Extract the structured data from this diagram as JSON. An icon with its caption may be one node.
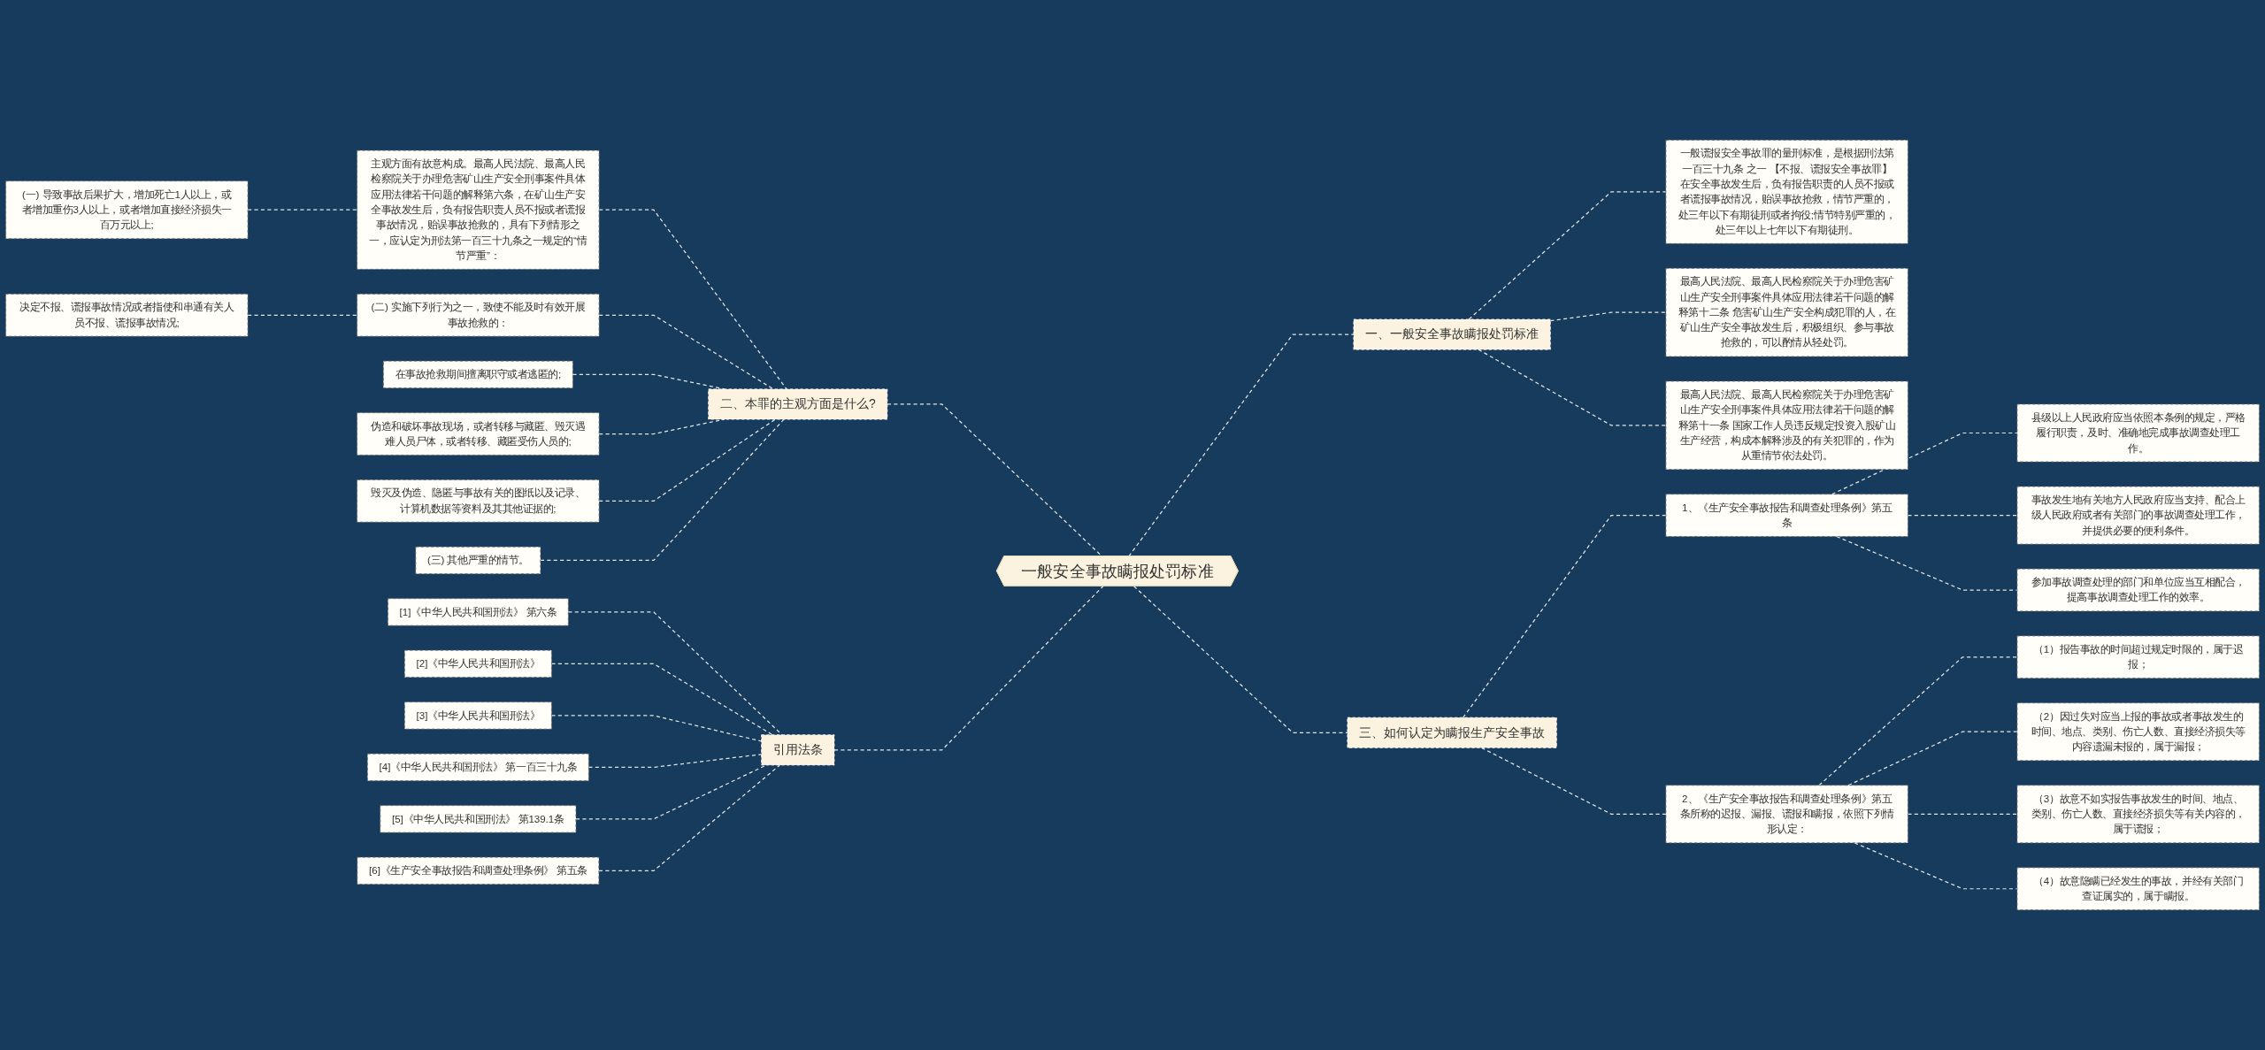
{
  "diagram": {
    "nodes": [
      {
        "text": [
          "一般安全事故瞒报处罚标准"
        ]
      },
      {
        "text": [
          "一、一般安全事故瞒报处罚标准"
        ]
      },
      {
        "text": [
          "一般谎报安全事故罪的量刑标准，是根据刑法第一百三十九条 之一 【不报、谎报安全事故罪】在安全事故发生后，负有报告职责的人员不报或者谎报事故情况，贻误事故抢救，情节严重的，处三年以下有期徒刑或者拘役;情节特别严重的，处三年以上七年以下有期徒刑。"
        ]
      },
      {
        "text": [
          "最高人民法院、最高人民检察院关于办理危害矿山生产安全刑事案件具体应用法律若干问题的解释第十二条 危害矿山生产安全构成犯罪的人，在矿山生产安全事故发生后，积极组织、参与事故抢救的，可以酌情从轻处罚。"
        ]
      },
      {
        "text": [
          "最高人民法院、最高人民检察院关于办理危害矿山生产安全刑事案件具体应用法律若干问题的解释第十一条 国家工作人员违反规定投资入股矿山生产经营，构成本解释涉及的有关犯罪的，作为从重情节依法处罚。"
        ]
      },
      {
        "text": [
          "二、本罪的主观方面是什么?"
        ]
      },
      {
        "text": [
          "主观方面有故意构成。最高人民法院、最高人民检察院关于办理危害矿山生产安全刑事案件具体应用法律若干问题的解释第六条，在矿山生产安全事故发生后，负有报告职责人员不报或者谎报事故情况，贻误事故抢救的，具有下列情形之一，应认定为刑法第一百三十九条之一规定的“情节严重”："
        ]
      },
      {
        "text": [
          "(一) 导致事故后果扩大，增加死亡1人以上，或者增加重伤3人以上，或者增加直接经济损失一百万元以上;"
        ]
      },
      {
        "text": [
          "(二) 实施下列行为之一，致使不能及时有效开展事故抢救的："
        ]
      },
      {
        "text": [
          "决定不报、谎报事故情况或者指使和串通有关人员不报、谎报事故情况;"
        ]
      },
      {
        "text": [
          "在事故抢救期间擅离职守或者逃匿的;"
        ]
      },
      {
        "text": [
          "伪造和破坏事故现场，或者转移与藏匿、毁灭遇难人员尸体，或者转移、藏匿受伤人员的;"
        ]
      },
      {
        "text": [
          "毁灭及伪造、隐匿与事故有关的图纸以及记录、计算机数据等资料及其其他证据的;"
        ]
      },
      {
        "text": [
          "(三) 其他严重的情节。"
        ]
      },
      {
        "text": [
          "三、如何认定为瞒报生产安全事故"
        ]
      },
      {
        "text": [
          "1、《生产安全事故报告和调查处理条例》第五条"
        ]
      },
      {
        "text": [
          "县级以上人民政府应当依照本条例的规定，严格履行职责，及时、准确地完成事故调查处理工作。"
        ]
      },
      {
        "text": [
          "事故发生地有关地方人民政府应当支持、配合上级人民政府或者有关部门的事故调查处理工作，并提供必要的便利条件。"
        ]
      },
      {
        "text": [
          "参加事故调查处理的部门和单位应当互相配合，提高事故调查处理工作的效率。"
        ]
      },
      {
        "text": [
          "2、《生产安全事故报告和调查处理条例》第五条所称的迟报、漏报、谎报和瞒报，依照下列情形认定："
        ]
      },
      {
        "text": [
          "（1）报告事故的时间超过规定时限的，属于迟报；"
        ]
      },
      {
        "text": [
          "（2）因过失对应当上报的事故或者事故发生的时间、地点、类别、伤亡人数、直接经济损失等内容遗漏未报的，属于漏报；"
        ]
      },
      {
        "text": [
          "（3）故意不如实报告事故发生的时间、地点、类别、伤亡人数、直接经济损失等有关内容的，属于谎报；"
        ]
      },
      {
        "text": [
          "（4）故意隐瞒已经发生的事故，并经有关部门查证属实的，属于瞒报。"
        ]
      },
      {
        "text": [
          "引用法条"
        ]
      },
      {
        "text": [
          "[1]《中华人民共和国刑法》 第六条"
        ]
      },
      {
        "text": [
          "[2]《中华人民共和国刑法》"
        ]
      },
      {
        "text": [
          "[3]《中华人民共和国刑法》"
        ]
      },
      {
        "text": [
          "[4]《中华人民共和国刑法》 第一百三十九条"
        ]
      },
      {
        "text": [
          "[5]《中华人民共和国刑法》 第139.1条"
        ]
      },
      {
        "text": [
          "[6]《生产安全事故报告和调查处理条例》 第五条"
        ]
      }
    ],
    "edges": [
      {
        "from": 0,
        "to": 1,
        "arrow": "none",
        "style": "dashed"
      },
      {
        "from": 1,
        "to": 2,
        "arrow": "none",
        "style": "dashed"
      },
      {
        "from": 1,
        "to": 3,
        "arrow": "none",
        "style": "dashed"
      },
      {
        "from": 1,
        "to": 4,
        "arrow": "none",
        "style": "dashed"
      },
      {
        "from": 0,
        "to": 5,
        "arrow": "none",
        "style": "dashed"
      },
      {
        "from": 5,
        "to": 6,
        "arrow": "none",
        "style": "dashed"
      },
      {
        "from": 6,
        "to": 7,
        "arrow": "none",
        "style": "dashed"
      },
      {
        "from": 5,
        "to": 8,
        "arrow": "none",
        "style": "dashed"
      },
      {
        "from": 8,
        "to": 9,
        "arrow": "none",
        "style": "dashed"
      },
      {
        "from": 5,
        "to": 10,
        "arrow": "none",
        "style": "dashed"
      },
      {
        "from": 5,
        "to": 11,
        "arrow": "none",
        "style": "dashed"
      },
      {
        "from": 5,
        "to": 12,
        "arrow": "none",
        "style": "dashed"
      },
      {
        "from": 5,
        "to": 13,
        "arrow": "none",
        "style": "dashed"
      },
      {
        "from": 0,
        "to": 14,
        "arrow": "none",
        "style": "dashed"
      },
      {
        "from": 14,
        "to": 15,
        "arrow": "none",
        "style": "dashed"
      },
      {
        "from": 15,
        "to": 16,
        "arrow": "none",
        "style": "dashed"
      },
      {
        "from": 15,
        "to": 17,
        "arrow": "none",
        "style": "dashed"
      },
      {
        "from": 15,
        "to": 18,
        "arrow": "none",
        "style": "dashed"
      },
      {
        "from": 14,
        "to": 19,
        "arrow": "none",
        "style": "dashed"
      },
      {
        "from": 19,
        "to": 20,
        "arrow": "none",
        "style": "dashed"
      },
      {
        "from": 19,
        "to": 21,
        "arrow": "none",
        "style": "dashed"
      },
      {
        "from": 19,
        "to": 22,
        "arrow": "none",
        "style": "dashed"
      },
      {
        "from": 19,
        "to": 23,
        "arrow": "none",
        "style": "dashed"
      },
      {
        "from": 0,
        "to": 24,
        "arrow": "none",
        "style": "dashed"
      },
      {
        "from": 24,
        "to": 25,
        "arrow": "none",
        "style": "dashed"
      },
      {
        "from": 24,
        "to": 26,
        "arrow": "none",
        "style": "dashed"
      },
      {
        "from": 24,
        "to": 27,
        "arrow": "none",
        "style": "dashed"
      },
      {
        "from": 24,
        "to": 28,
        "arrow": "none",
        "style": "dashed"
      },
      {
        "from": 24,
        "to": 29,
        "arrow": "none",
        "style": "dashed"
      },
      {
        "from": 24,
        "to": 30,
        "arrow": "none",
        "style": "dashed"
      }
    ]
  }
}
